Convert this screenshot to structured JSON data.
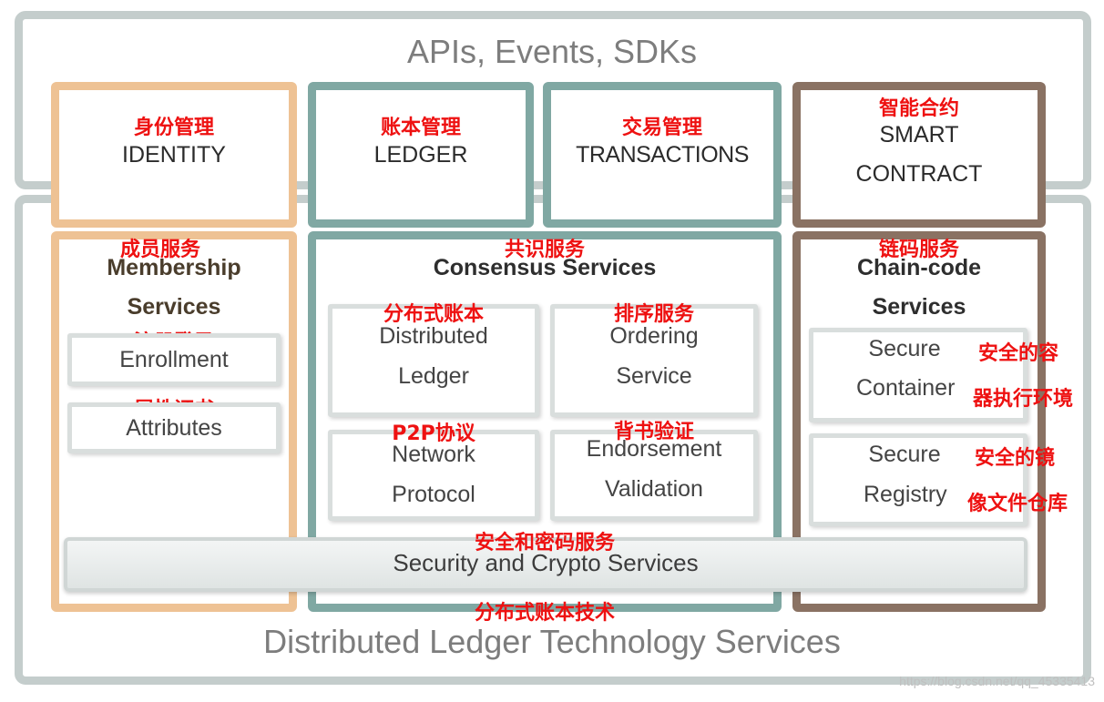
{
  "top_layer": {
    "title": "APIs, Events, SDKs"
  },
  "bottom_layer": {
    "title": "Distributed Ledger Technology Services",
    "cn": "分布式账本技术"
  },
  "modules": {
    "identity": {
      "cn": "身份管理",
      "en": "IDENTITY"
    },
    "ledger": {
      "cn": "账本管理",
      "en": "LEDGER"
    },
    "transactions": {
      "cn": "交易管理",
      "en": "TRANSACTIONS"
    },
    "smart_contract": {
      "cn": "智能合约",
      "en_line1": "SMART",
      "en_line2": "CONTRACT"
    }
  },
  "membership": {
    "cn": "成员服务",
    "title_line1": "Membership",
    "title_line2": "Services",
    "items": [
      {
        "cn": "注册登录",
        "en": "Enrollment"
      },
      {
        "cn": "属性证书",
        "en": "Attributes"
      }
    ]
  },
  "consensus": {
    "cn": "共识服务",
    "title": "Consensus Services",
    "items": [
      {
        "cn": "分布式账本",
        "line1": "Distributed",
        "line2": "Ledger"
      },
      {
        "cn": "排序服务",
        "line1": "Ordering",
        "line2": "Service"
      },
      {
        "cn": "P2P协议",
        "line1": "Network",
        "line2": "Protocol"
      },
      {
        "cn": "背书验证",
        "line1": "Endorsement",
        "line2": "Validation"
      }
    ]
  },
  "chaincode": {
    "cn": "链码服务",
    "title_line1": "Chain-code",
    "title_line2": "Services",
    "items": [
      {
        "line1": "Secure",
        "line2": "Container",
        "cn_line1": "安全的容",
        "cn_line2": "器执行环境"
      },
      {
        "line1": "Secure",
        "line2": "Registry",
        "cn_line1": "安全的镜",
        "cn_line2": "像文件仓库"
      }
    ]
  },
  "security": {
    "cn": "安全和密码服务",
    "en": "Security and Crypto Services"
  },
  "watermark": "https://blog.csdn.net/qq_45335413"
}
